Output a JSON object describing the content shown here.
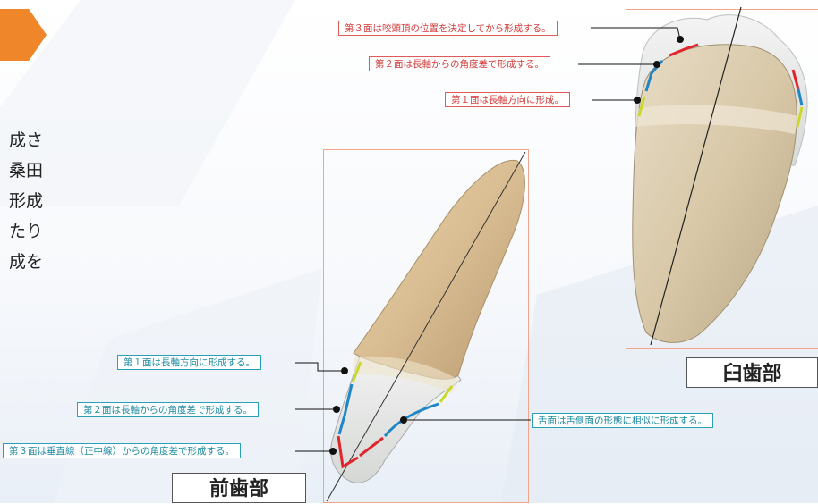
{
  "side_text_lines": [
    "成さ",
    "桑田、",
    "形成",
    "たり、",
    "成を"
  ],
  "molar": {
    "caption": "臼歯部",
    "labels": {
      "surface3": "第３面は咬頭頂の位置を決定してから形成する。",
      "surface2": "第２面は長軸からの角度差で形成する。",
      "surface1": "第１面は長軸方向に形成。"
    }
  },
  "anterior": {
    "caption": "前歯部",
    "labels": {
      "surface1": "第１面は長軸方向に形成する。",
      "surface2": "第２面は長軸からの角度差で形成する。",
      "surface3": "第３面は垂直線（正中線）からの角度差で形成する。",
      "lingual": "舌面は舌側面の形態に相似に形成する。"
    }
  },
  "colors": {
    "accent_orange": "#f0862a",
    "label_red": "#d23b3b",
    "label_teal": "#1c8aa2",
    "frame": "#f2a58c",
    "line_yellow": "#c9d92a",
    "line_blue": "#1f86c8",
    "line_red": "#e0262b"
  }
}
